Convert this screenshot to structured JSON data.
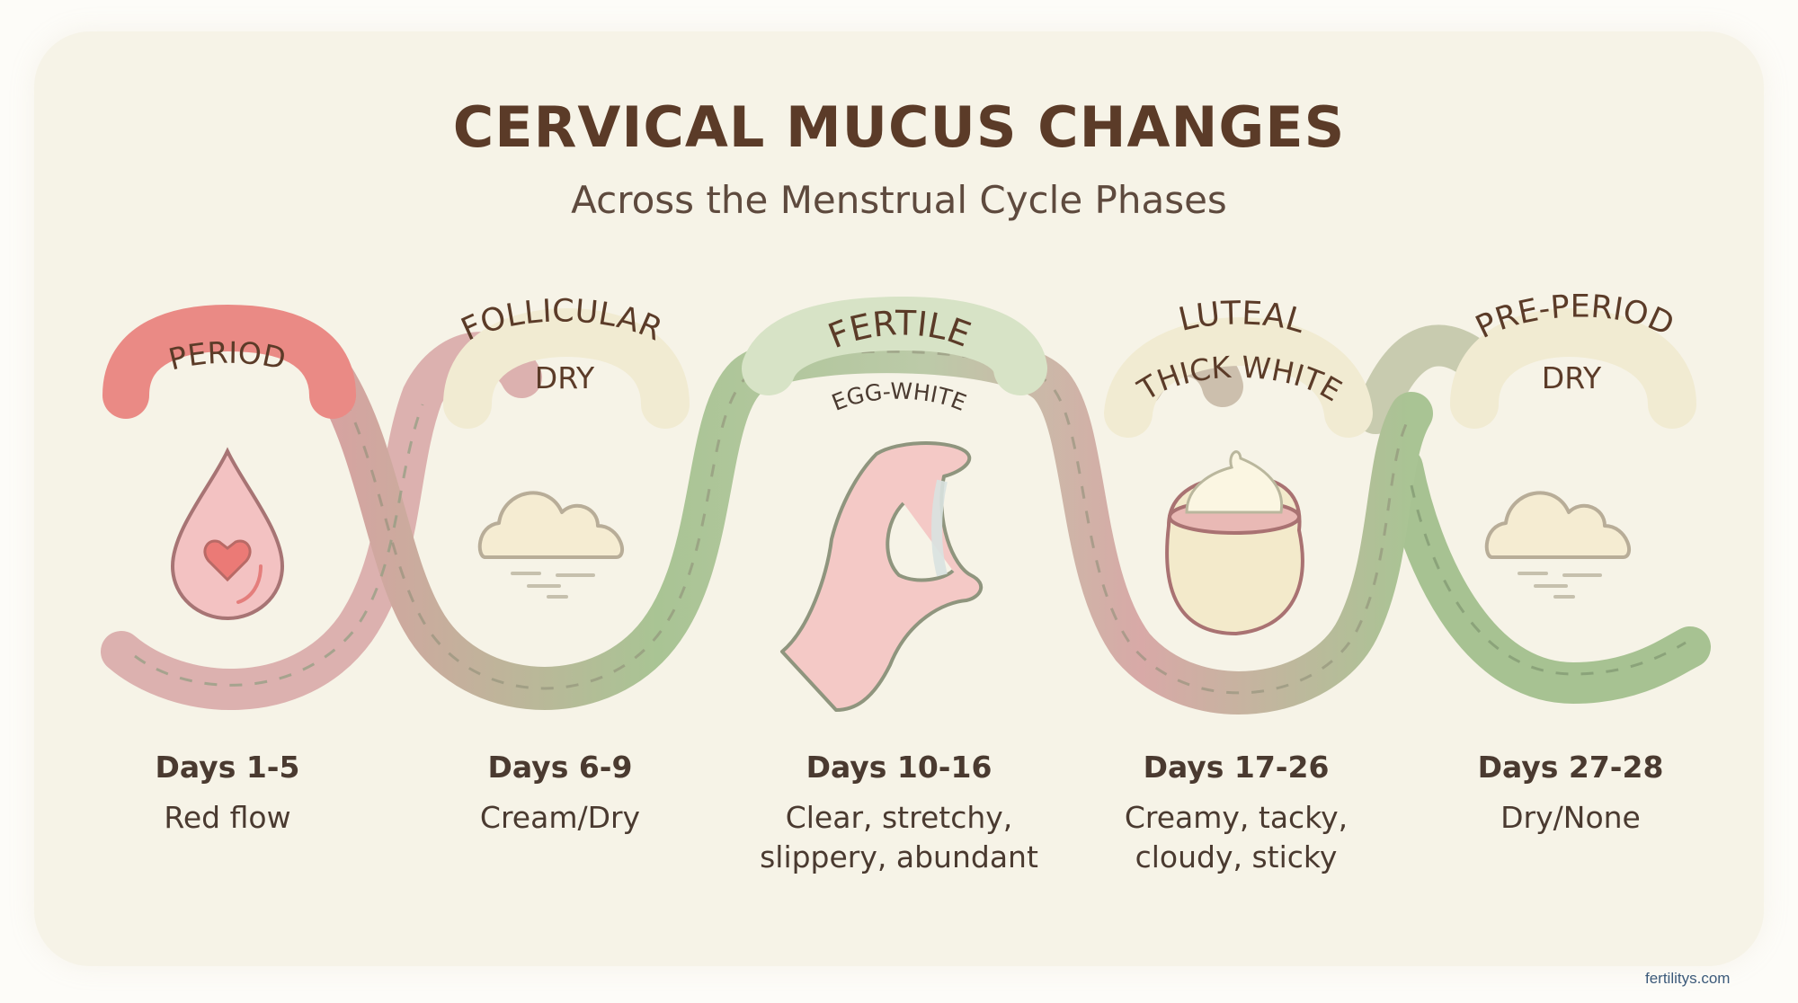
{
  "header": {
    "title": "CERVICAL MUCUS CHANGES",
    "subtitle": "Across the Menstrual Cycle Phases"
  },
  "phases": [
    {
      "phase": "PERIOD",
      "mucus": "",
      "days": "Days 1-5",
      "description": [
        "Red flow"
      ],
      "icon": "blood-drop-heart-icon",
      "color": "#ea8a85"
    },
    {
      "phase": "FOLLICULAR",
      "mucus": "DRY",
      "days": "Days 6-9",
      "description": [
        "Cream/Dry"
      ],
      "icon": "cloud-icon",
      "color": "#f1ebd2"
    },
    {
      "phase": "FERTILE",
      "mucus": "EGG-WHITE",
      "days": "Days 10-16",
      "description": [
        "Clear, stretchy,",
        "slippery, abundant"
      ],
      "icon": "hand-stretch-icon",
      "color": "#d7e3c6"
    },
    {
      "phase": "LUTEAL",
      "mucus": "THICK WHITE",
      "days": "Days 17-26",
      "description": [
        "Creamy, tacky,",
        "cloudy, sticky"
      ],
      "icon": "cream-jar-icon",
      "color": "#f1ebd2"
    },
    {
      "phase": "PRE-PERIOD",
      "mucus": "DRY",
      "days": "Days 27-28",
      "description": [
        "Dry/None"
      ],
      "icon": "cloud-icon",
      "color": "#f1ebd2"
    }
  ],
  "colors": {
    "green_ribbon": "#a9c494",
    "pink_ribbon": "#dba6a4",
    "title": "#5b3b28",
    "text": "#4a3a30"
  },
  "watermark": "fertilitys.com"
}
